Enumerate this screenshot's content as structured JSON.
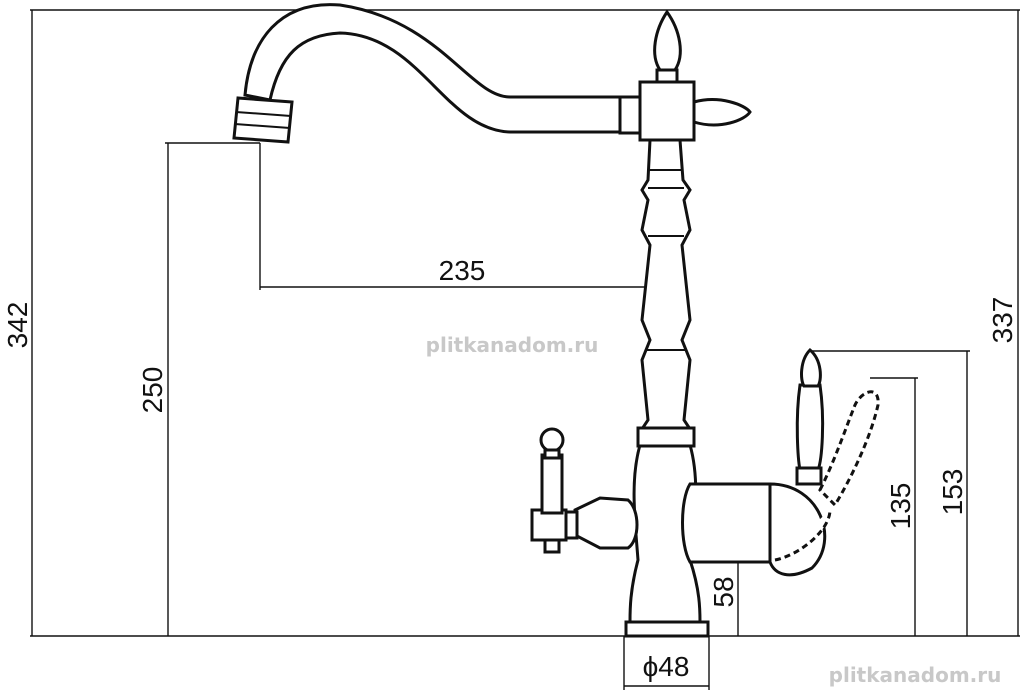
{
  "dimensions": {
    "total_height": "342",
    "spout_height": "250",
    "reach": "235",
    "right_height": "337",
    "handle_height_a": "153",
    "handle_height_b": "135",
    "outlet_height": "58",
    "base_diameter": "ϕ48"
  },
  "watermarks": {
    "center": "plitkanadom.ru",
    "bottom_right": "plitkanadom.ru"
  }
}
